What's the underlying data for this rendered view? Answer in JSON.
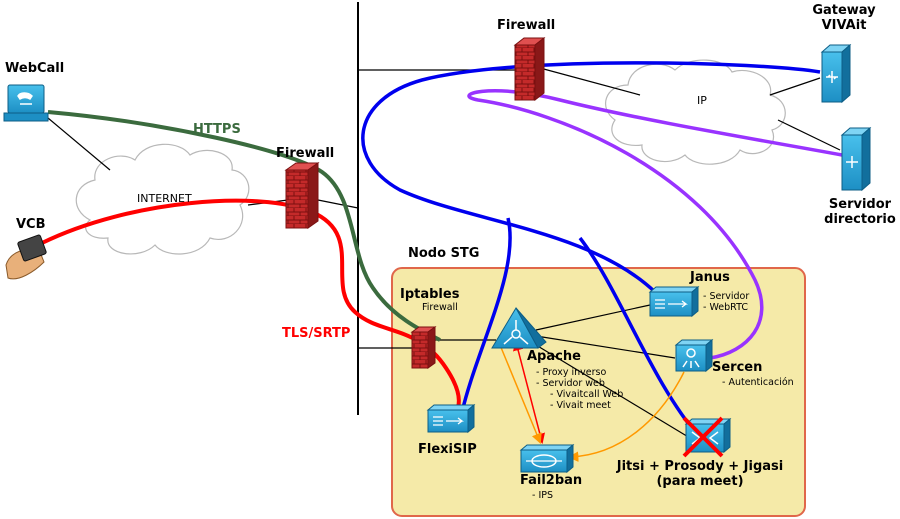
{
  "colors": {
    "https": "#3b6b3e",
    "tls": "#ff0000",
    "blue": "#0000ee",
    "purple": "#9933ff",
    "orange": "#ff9900",
    "zone_fill": "#f5eaa8",
    "zone_border": "#e0674a",
    "device": "#2aa4d6"
  },
  "labels": {
    "webcall": "WebCall",
    "vcb": "VCB",
    "internet": "INTERNET",
    "https": "HTTPS",
    "tls": "TLS/SRTP",
    "firewall_left": "Firewall",
    "firewall_top": "Firewall",
    "gateway": [
      "Gateway",
      "VIVAit"
    ],
    "ip": "IP",
    "directorio": [
      "Servidor",
      "directorio"
    ],
    "nodo": "Nodo STG",
    "iptables": "Iptables",
    "iptables_sub": "Firewall",
    "janus": "Janus",
    "janus_sub": [
      "- Servidor",
      "- WebRTC"
    ],
    "apache": "Apache",
    "apache_sub": [
      "- Proxy inverso",
      "- Servidor web",
      "- Vivaitcall Web",
      "- Vivait meet"
    ],
    "sercen": "Sercen",
    "sercen_sub": "- Autenticación",
    "flexisip": "FlexiSIP",
    "fail2ban": "Fail2ban",
    "fail2ban_sub": "- IPS",
    "jitsi": [
      "Jitsi + Prosody + Jigasi",
      "(para meet)"
    ]
  }
}
